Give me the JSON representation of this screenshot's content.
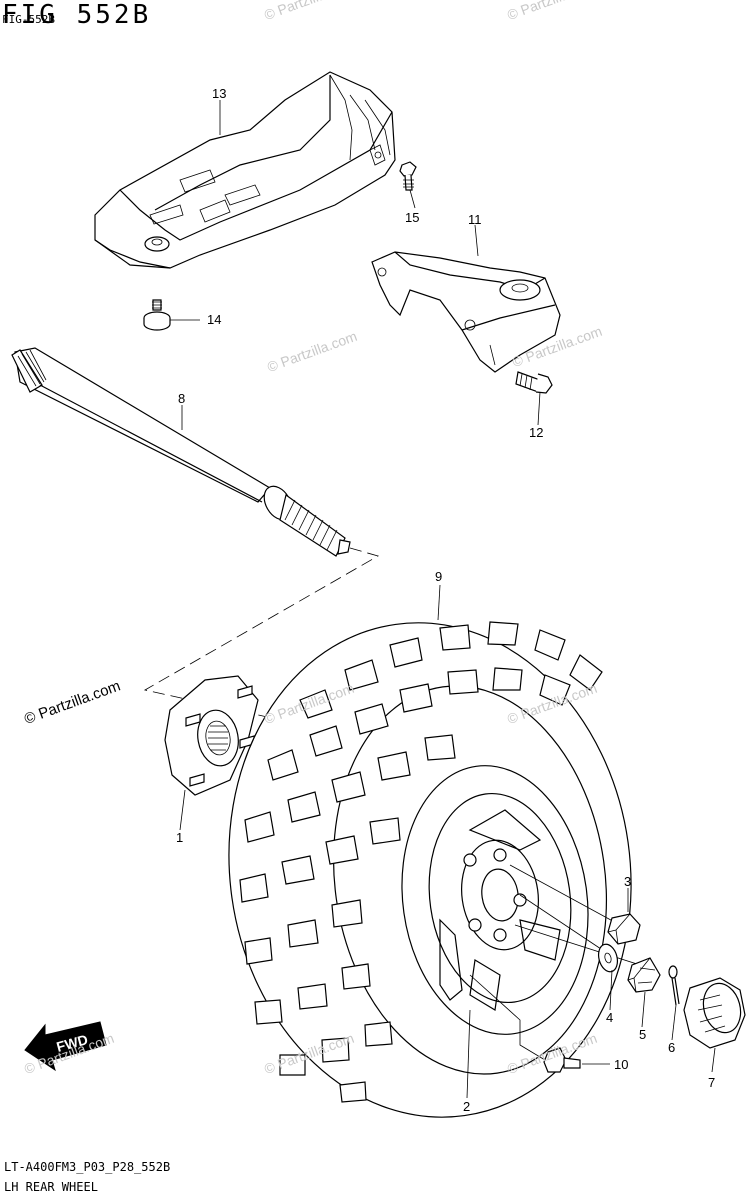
{
  "figure": {
    "title": "FIG 552B",
    "subtitle": "FIG-552B",
    "footer_code": "LT-A400FM3_P03_P28_552B",
    "footer_name": "LH REAR WHEEL"
  },
  "watermark": {
    "text": "© Partzilla.com"
  },
  "fwd_label": "FWD",
  "callouts": [
    "1",
    "2",
    "3",
    "4",
    "5",
    "6",
    "7",
    "8",
    "9",
    "10",
    "11",
    "12",
    "13",
    "14",
    "15"
  ],
  "colors": {
    "line": "#000000",
    "watermark": "#c8c8c8",
    "background": "#ffffff"
  }
}
